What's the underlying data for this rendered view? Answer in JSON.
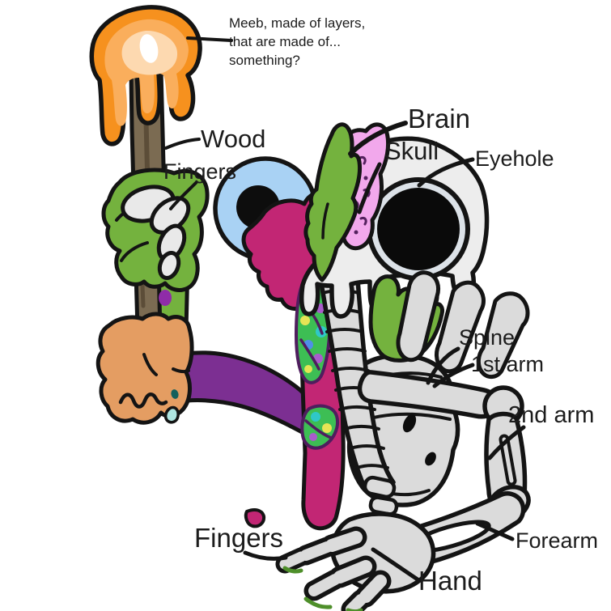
{
  "title": "Meeb layered anatomy drawing",
  "caption": {
    "lines": [
      "Meeb, made of layers,",
      "that are made of...",
      "something?"
    ]
  },
  "labels": {
    "wood": "Wood",
    "fingers_top": "Fingers",
    "brain": "Brain",
    "skull": "Skull",
    "eyehole": "Eyehole",
    "spine": "Spine",
    "first_arm": "1st arm",
    "second_arm": "2nd arm",
    "forearm": "Forearm",
    "fingers_bottom": "Fingers",
    "hand": "Hand"
  },
  "colors": {
    "background": "#ffffff",
    "outline": "#141414",
    "text": "#1c1c1c",
    "flame_outer": "#F6911E",
    "flame_mid": "#FAAE5C",
    "flame_light": "#FDD9B0",
    "flame_core": "#FFFFFF",
    "wood": "#7B6B52",
    "wood_grain": "#5C4D38",
    "skin_green": "#74B23E",
    "skin_green_dark": "#4E8F2A",
    "purple_spot": "#8F2CA8",
    "bone": "#DBDBDB",
    "bone_light": "#E9E9E9",
    "skull": "#EDEDED",
    "eye_blue": "#A9D2F4",
    "pupil": "#0D0D0D",
    "eyehole_ring": "#DCE2E8",
    "eyehole_black": "#0A0A0A",
    "flesh_magenta": "#C22674",
    "brain_pink": "#F2A8EC",
    "brain_marks": "#54215E",
    "arm_purple": "#7C2F92",
    "hand_tan": "#E49D62",
    "tear_teal": "#AFE6E2",
    "tear_dot": "#14605C",
    "psy_green": "#3DBE54",
    "psy_teal": "#2FC8C8",
    "psy_purple": "#AA5CCC",
    "psy_yellow": "#E6E455",
    "psy_blue": "#4F8FE8",
    "psy_vein": "#4F1D5E"
  }
}
